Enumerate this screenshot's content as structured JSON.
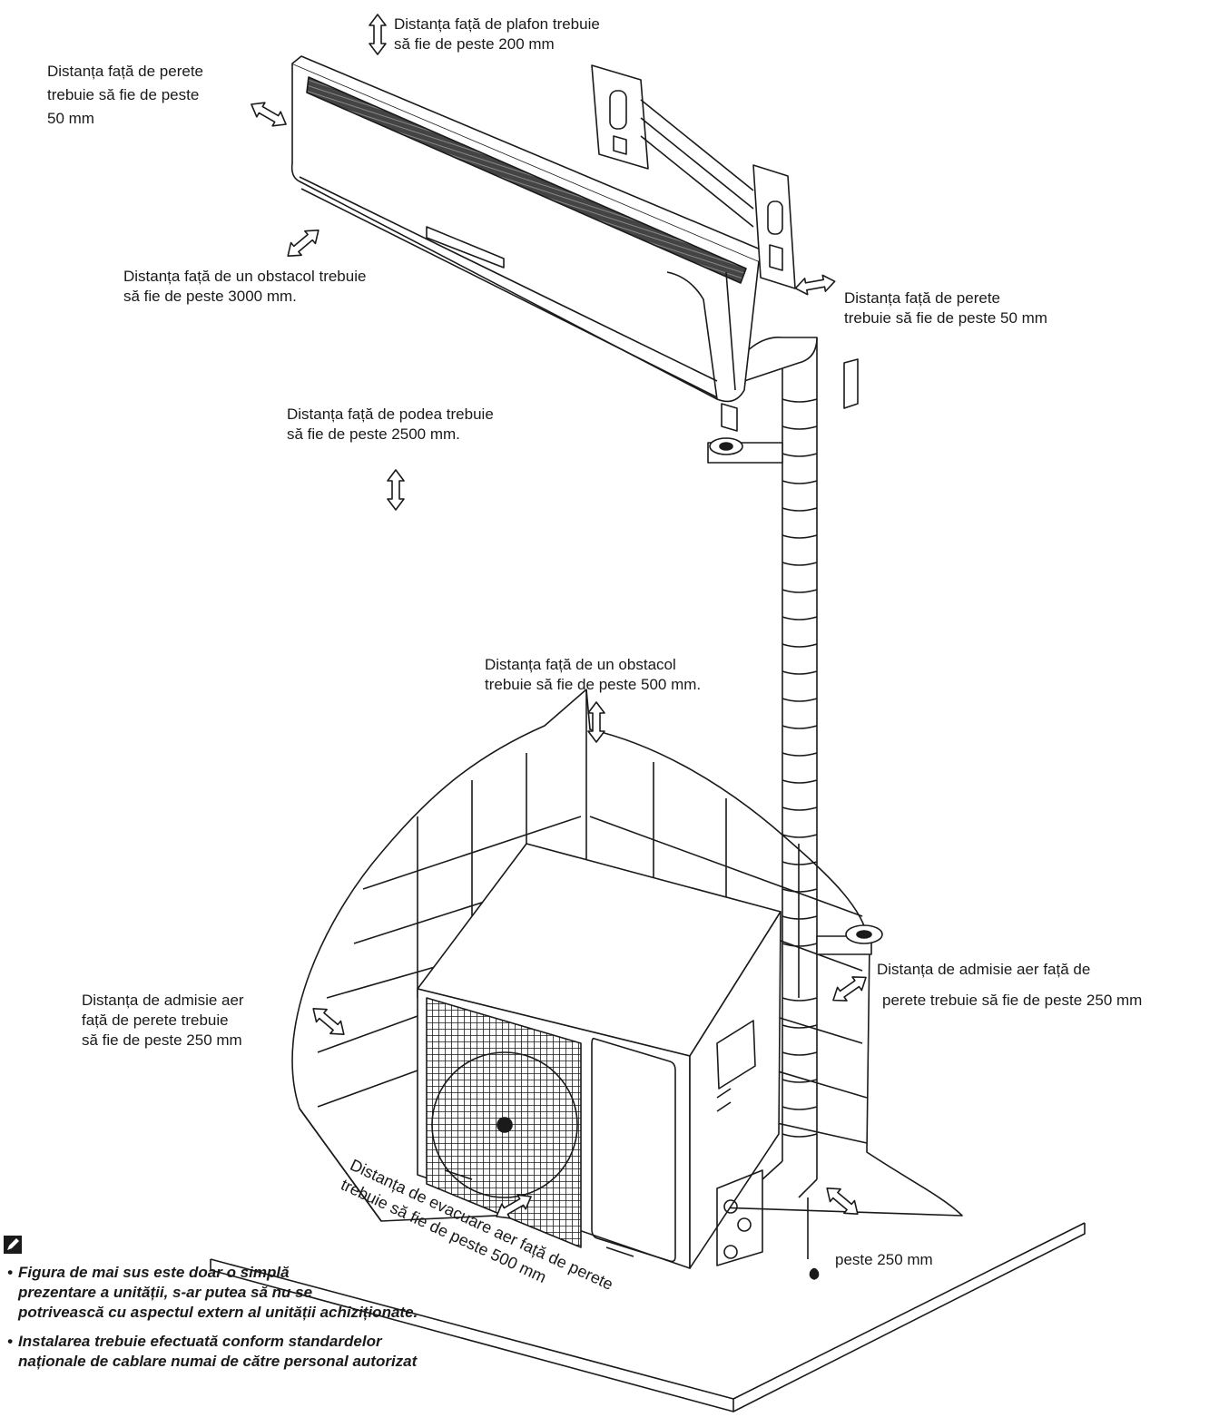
{
  "labels": {
    "ceiling": "Distanța față de plafon trebuie\nsă fie de peste 200 mm",
    "wall_left": "Distanța față de perete\ntrebuie să fie de peste\n50 mm",
    "obstacle_3000": "Distanța față de un obstacol trebuie\nsă fie de peste 3000 mm.",
    "wall_right": "Distanța față de perete\ntrebuie să fie de peste 50 mm",
    "floor": "Distanța față de podea trebuie\nsă fie de peste 2500 mm.",
    "obstacle_500": "Distanța față de un obstacol\ntrebuie să fie de peste 500 mm.",
    "intake_left": "Distanța de admisie aer\nfață de perete trebuie\nsă fie de peste 250 mm",
    "intake_right_1": "Distanța de admisie aer față de",
    "intake_right_2": "perete trebuie să fie de peste 250 mm",
    "exhaust": "Distanța de evacuare aer față de perete\ntrebuie să fie de peste 500 mm",
    "over_250": "peste 250 mm"
  },
  "notes": [
    "Figura de mai sus este doar o simplă\nprezentare a unității, s-ar putea să nu se\npotrivească cu aspectul extern al unității achiziționate.",
    "Instalarea trebuie efectuată conform standardelor\nnaționale de cablare numai de către personal autorizat"
  ],
  "bullet": "•",
  "icons": {
    "note": "pencil-note-icon",
    "arrow": "double-arrow-icon"
  },
  "colors": {
    "line": "#1a1a1a",
    "paper": "#ffffff"
  }
}
